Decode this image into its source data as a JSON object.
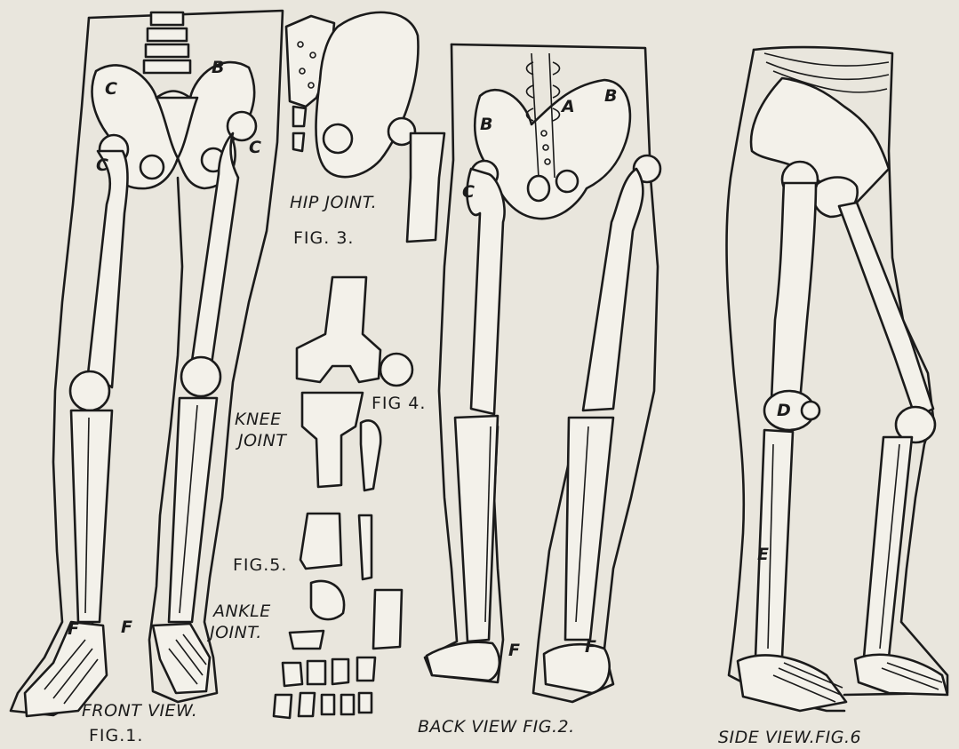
{
  "fig1": {
    "view": "FRONT VIEW.",
    "fig": "FIG.1.",
    "labels": {
      "b": "B",
      "c_left": "C",
      "c_left2": "C",
      "c_right": "C",
      "f_left": "F",
      "f_right": "F"
    }
  },
  "fig2": {
    "caption": "BACK VIEW FIG.2.",
    "labels": {
      "a": "A",
      "b_left": "B",
      "b_right": "B",
      "c": "C",
      "f_left": "F",
      "f_right": "F"
    }
  },
  "fig3": {
    "title": "HIP JOINT.",
    "fig": "FIG. 3."
  },
  "fig4": {
    "fig": "FIG 4.",
    "knee1": "KNEE",
    "knee2": "JOINT"
  },
  "fig5": {
    "fig": "FIG.5.",
    "ankle1": "ANKLE",
    "ankle2": "JOINT."
  },
  "fig6": {
    "caption": "SIDE VIEW.FIG.6",
    "labels": {
      "d": "D",
      "e": "E"
    }
  }
}
